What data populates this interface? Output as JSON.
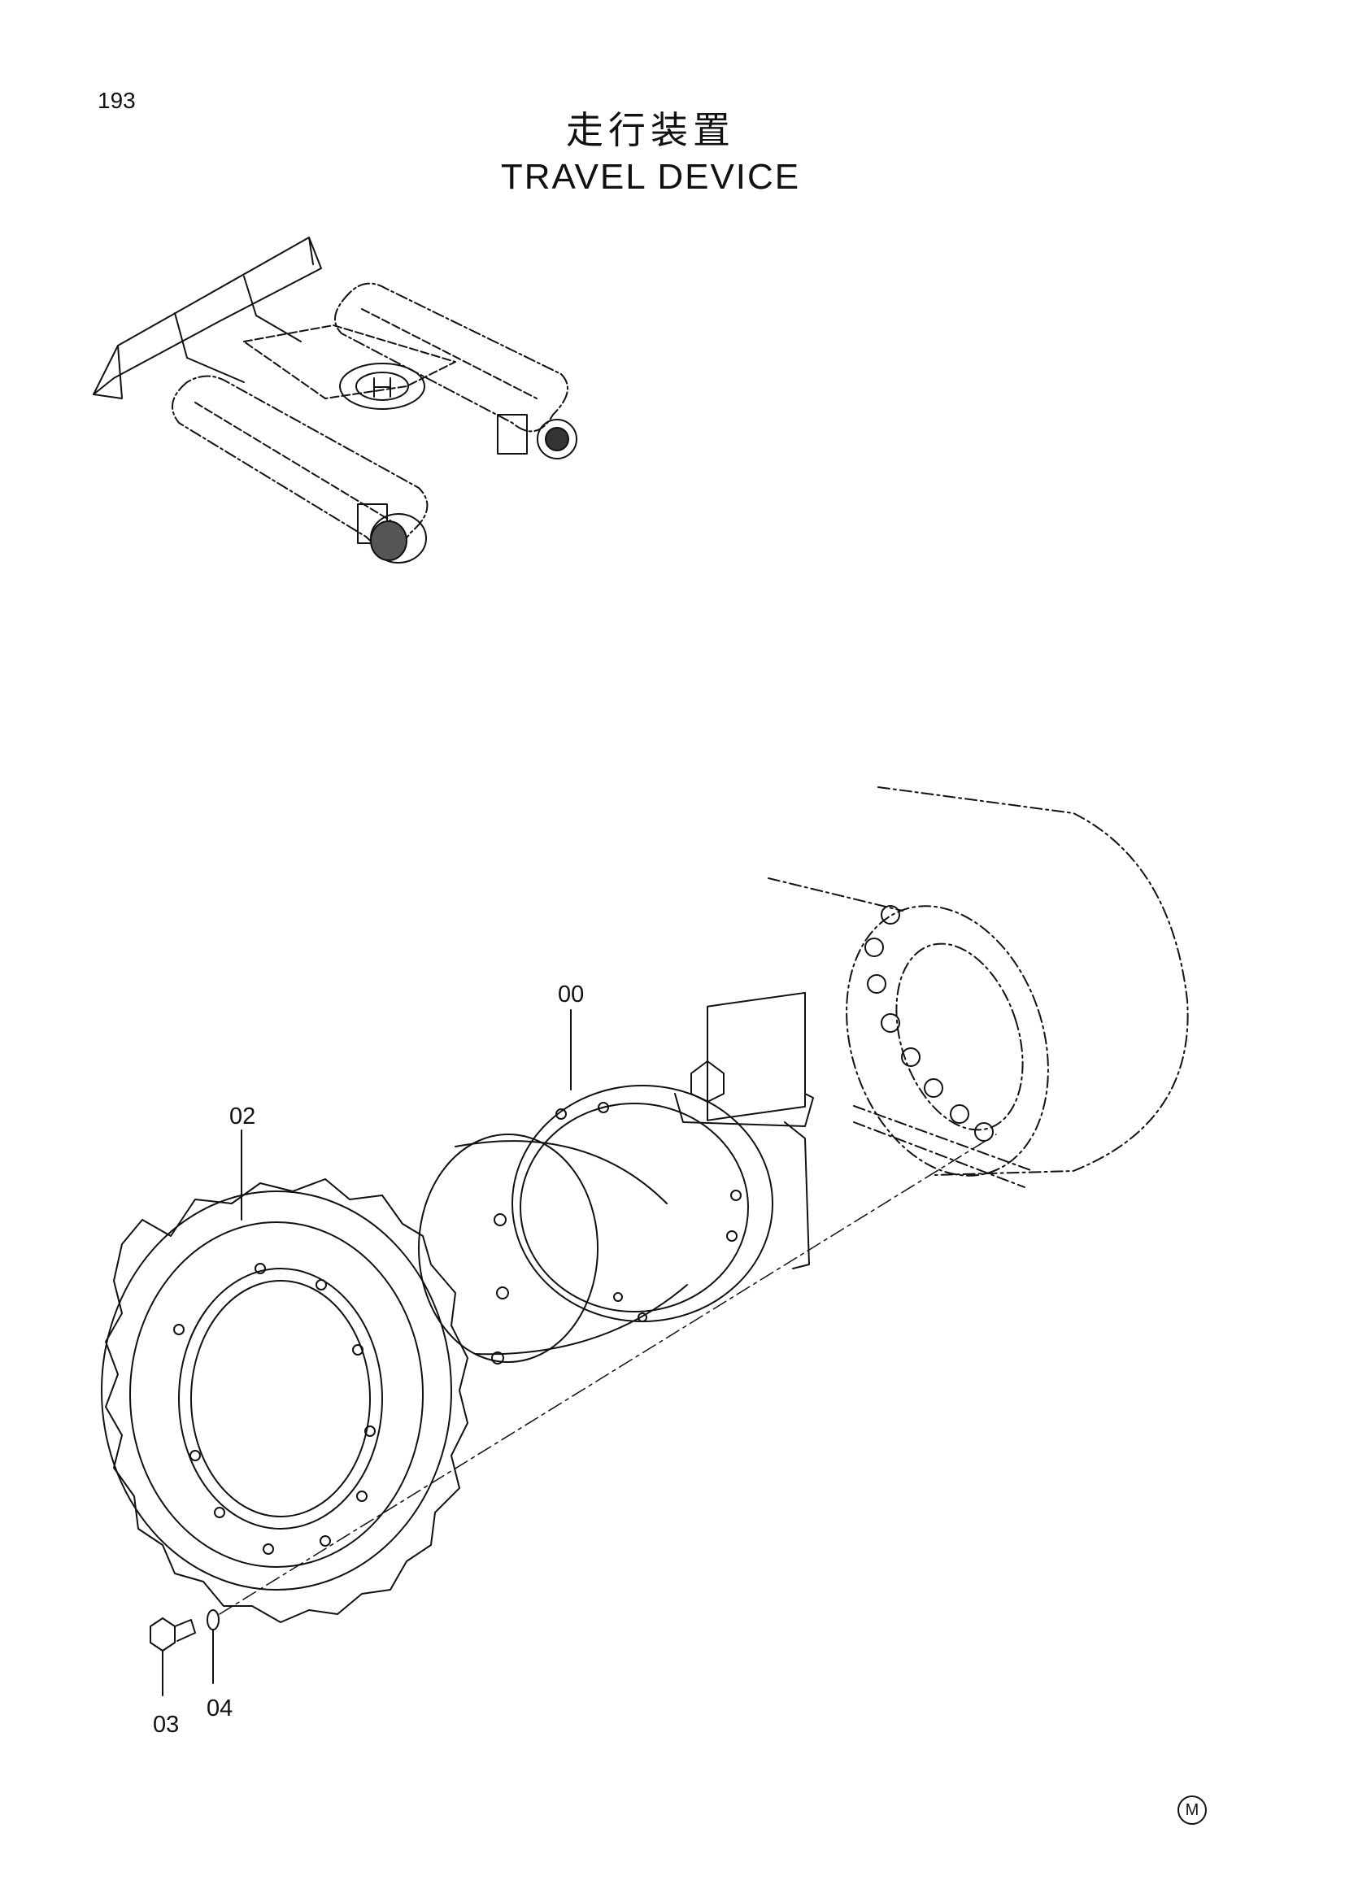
{
  "page": {
    "number": "193"
  },
  "title": {
    "japanese": "走行装置",
    "english": "TRAVEL DEVICE"
  },
  "callouts": [
    {
      "id": "00",
      "label": "00"
    },
    {
      "id": "02",
      "label": "02"
    },
    {
      "id": "03",
      "label": "03"
    },
    {
      "id": "04",
      "label": "04"
    }
  ],
  "footer": {
    "mark": "M"
  }
}
